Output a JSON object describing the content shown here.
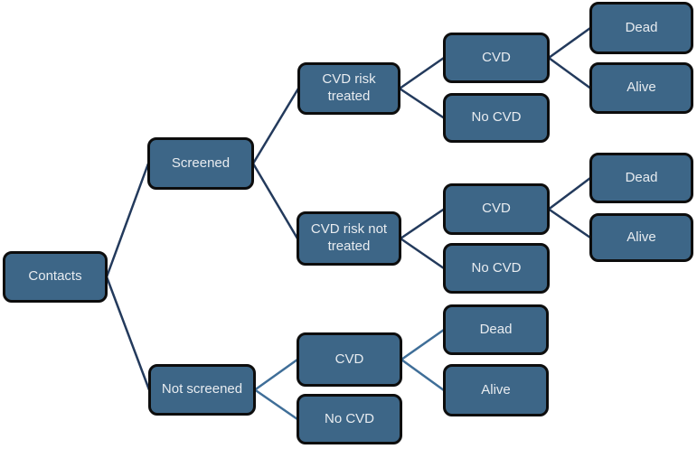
{
  "diagram": {
    "type": "decision-tree",
    "background": "#ffffff",
    "colors": {
      "node_fill": "#3d6687",
      "node_border": "#0d0d0d",
      "node_text": "#e8ecf0",
      "edge_dark": "#233a5c",
      "edge_light": "#3f6e98"
    },
    "nodes": {
      "contacts": {
        "label": "Contacts"
      },
      "screened": {
        "label": "Screened"
      },
      "not_screened": {
        "label": "Not screened"
      },
      "cvd_risk_treated": {
        "label": "CVD risk treated"
      },
      "cvd_risk_not_treated": {
        "label": "CVD risk not treated"
      },
      "treated_cvd": {
        "label": "CVD"
      },
      "treated_no_cvd": {
        "label": "No CVD"
      },
      "treated_cvd_dead": {
        "label": "Dead"
      },
      "treated_cvd_alive": {
        "label": "Alive"
      },
      "untreated_cvd": {
        "label": "CVD"
      },
      "untreated_no_cvd": {
        "label": "No CVD"
      },
      "untreated_cvd_dead": {
        "label": "Dead"
      },
      "untreated_cvd_alive": {
        "label": "Alive"
      },
      "unscreened_cvd": {
        "label": "CVD"
      },
      "unscreened_no_cvd": {
        "label": "No CVD"
      },
      "unscreened_cvd_dead": {
        "label": "Dead"
      },
      "unscreened_cvd_alive": {
        "label": "Alive"
      }
    },
    "edges": [
      {
        "from": "contacts",
        "to": "screened",
        "tone": "edge_dark"
      },
      {
        "from": "contacts",
        "to": "not_screened",
        "tone": "edge_dark"
      },
      {
        "from": "screened",
        "to": "cvd_risk_treated",
        "tone": "edge_dark"
      },
      {
        "from": "screened",
        "to": "cvd_risk_not_treated",
        "tone": "edge_dark"
      },
      {
        "from": "cvd_risk_treated",
        "to": "treated_cvd",
        "tone": "edge_dark"
      },
      {
        "from": "cvd_risk_treated",
        "to": "treated_no_cvd",
        "tone": "edge_dark"
      },
      {
        "from": "treated_cvd",
        "to": "treated_cvd_dead",
        "tone": "edge_dark"
      },
      {
        "from": "treated_cvd",
        "to": "treated_cvd_alive",
        "tone": "edge_dark"
      },
      {
        "from": "cvd_risk_not_treated",
        "to": "untreated_cvd",
        "tone": "edge_dark"
      },
      {
        "from": "cvd_risk_not_treated",
        "to": "untreated_no_cvd",
        "tone": "edge_dark"
      },
      {
        "from": "untreated_cvd",
        "to": "untreated_cvd_dead",
        "tone": "edge_dark"
      },
      {
        "from": "untreated_cvd",
        "to": "untreated_cvd_alive",
        "tone": "edge_dark"
      },
      {
        "from": "not_screened",
        "to": "unscreened_cvd",
        "tone": "edge_light"
      },
      {
        "from": "not_screened",
        "to": "unscreened_no_cvd",
        "tone": "edge_light"
      },
      {
        "from": "unscreened_cvd",
        "to": "unscreened_cvd_dead",
        "tone": "edge_light"
      },
      {
        "from": "unscreened_cvd",
        "to": "unscreened_cvd_alive",
        "tone": "edge_light"
      }
    ]
  }
}
